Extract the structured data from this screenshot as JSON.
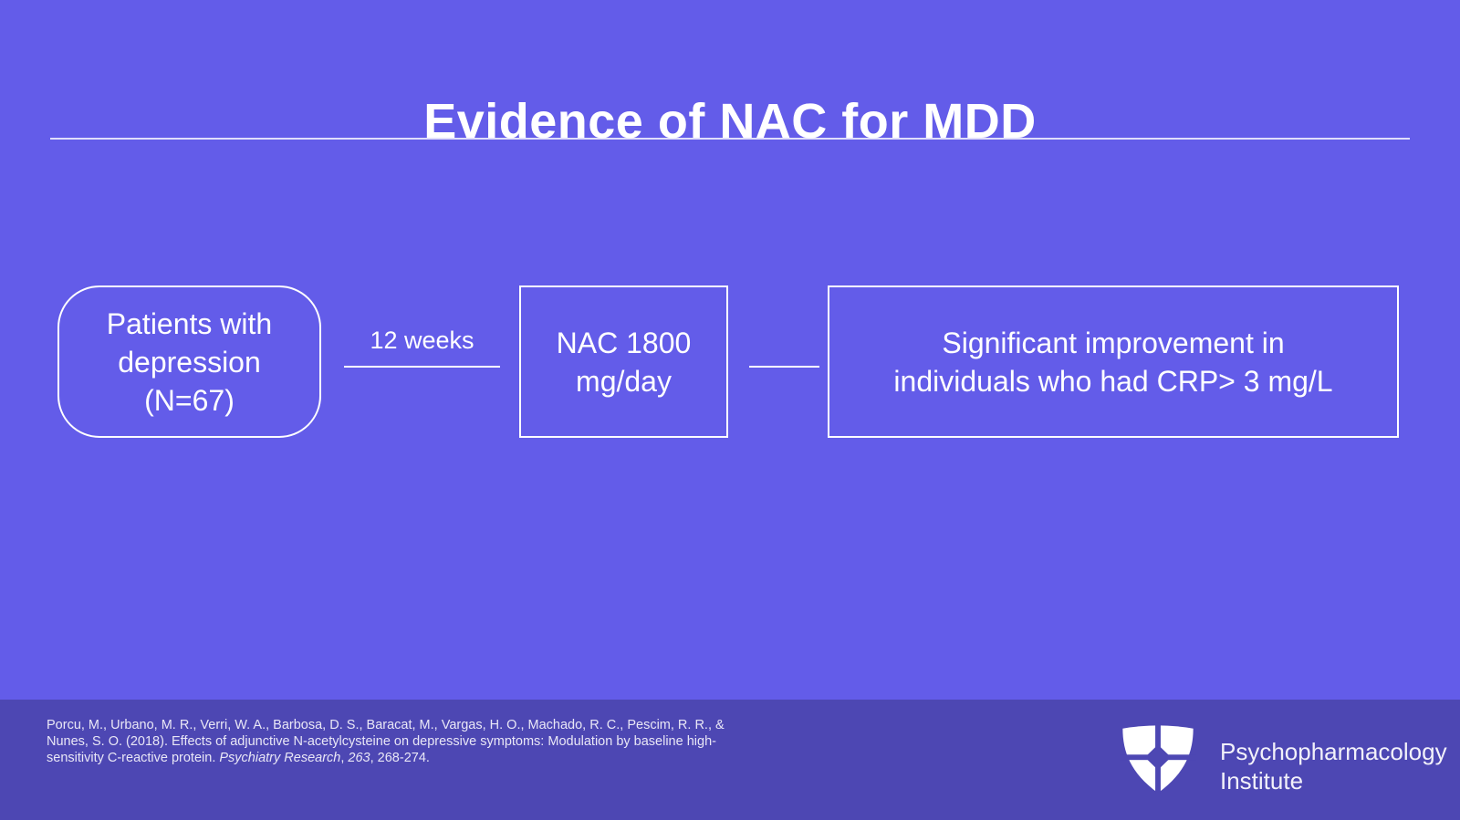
{
  "title": "Evidence of NAC for MDD",
  "flow": {
    "box1": {
      "line1": "Patients with",
      "line2": "depression",
      "line3": "(N=67)"
    },
    "connector1": {
      "label": "12 weeks"
    },
    "box2": {
      "line1": "NAC 1800",
      "line2": "mg/day"
    },
    "box3": {
      "line1": "Significant improvement in",
      "line2": "individuals who had CRP> 3 mg/L"
    }
  },
  "footer": {
    "citation": {
      "line1": "Porcu, M., Urbano, M. R., Verri, W. A., Barbosa, D. S., Baracat, M., Vargas, H. O., Machado, R. C., Pescim, R. R., &",
      "line2": "Nunes, S. O. (2018). Effects of adjunctive N-acetylcysteine on depressive symptoms: Modulation by baseline high-",
      "line3_text": "sensitivity C-reactive protein. ",
      "line3_journal_italic": "Psychiatry Research",
      "line3_sep": ", ",
      "line3_volume_italic": "263",
      "line3_end": ", 268-274."
    },
    "logo": {
      "icon": "shield-cross-icon",
      "line1": "Psychopharmacology",
      "line2": "Institute"
    }
  },
  "colors": {
    "background": "#635CE9",
    "footer_background": "#4D47B3",
    "text": "#FFFFFF"
  }
}
